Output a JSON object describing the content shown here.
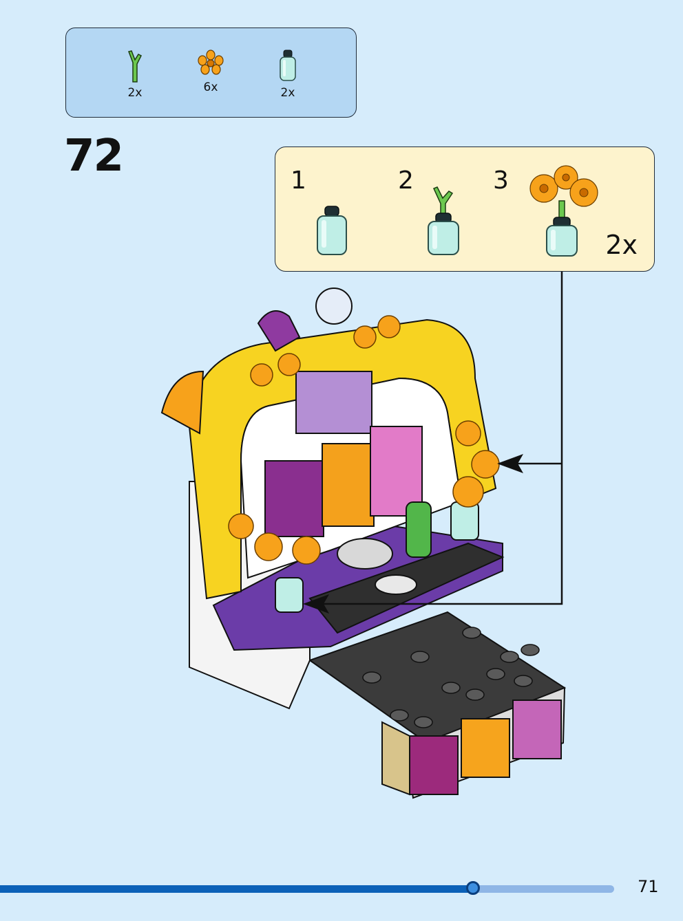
{
  "parts_list": [
    {
      "icon": "stem-icon",
      "qty": "2x"
    },
    {
      "icon": "flower-icon",
      "qty": "6x"
    },
    {
      "icon": "bottle-icon",
      "qty": "2x"
    }
  ],
  "step_number": "72",
  "substeps": {
    "numbers": [
      "1",
      "2",
      "3"
    ],
    "multiplier": "2x"
  },
  "page_number": "71",
  "progress": 0.77,
  "colors": {
    "background": "#d6ecfb",
    "parts_box": "#b4d7f3",
    "substep_box": "#fdf3cd",
    "progress_fill": "#0c61b8",
    "progress_track": "#8fb6e6"
  }
}
